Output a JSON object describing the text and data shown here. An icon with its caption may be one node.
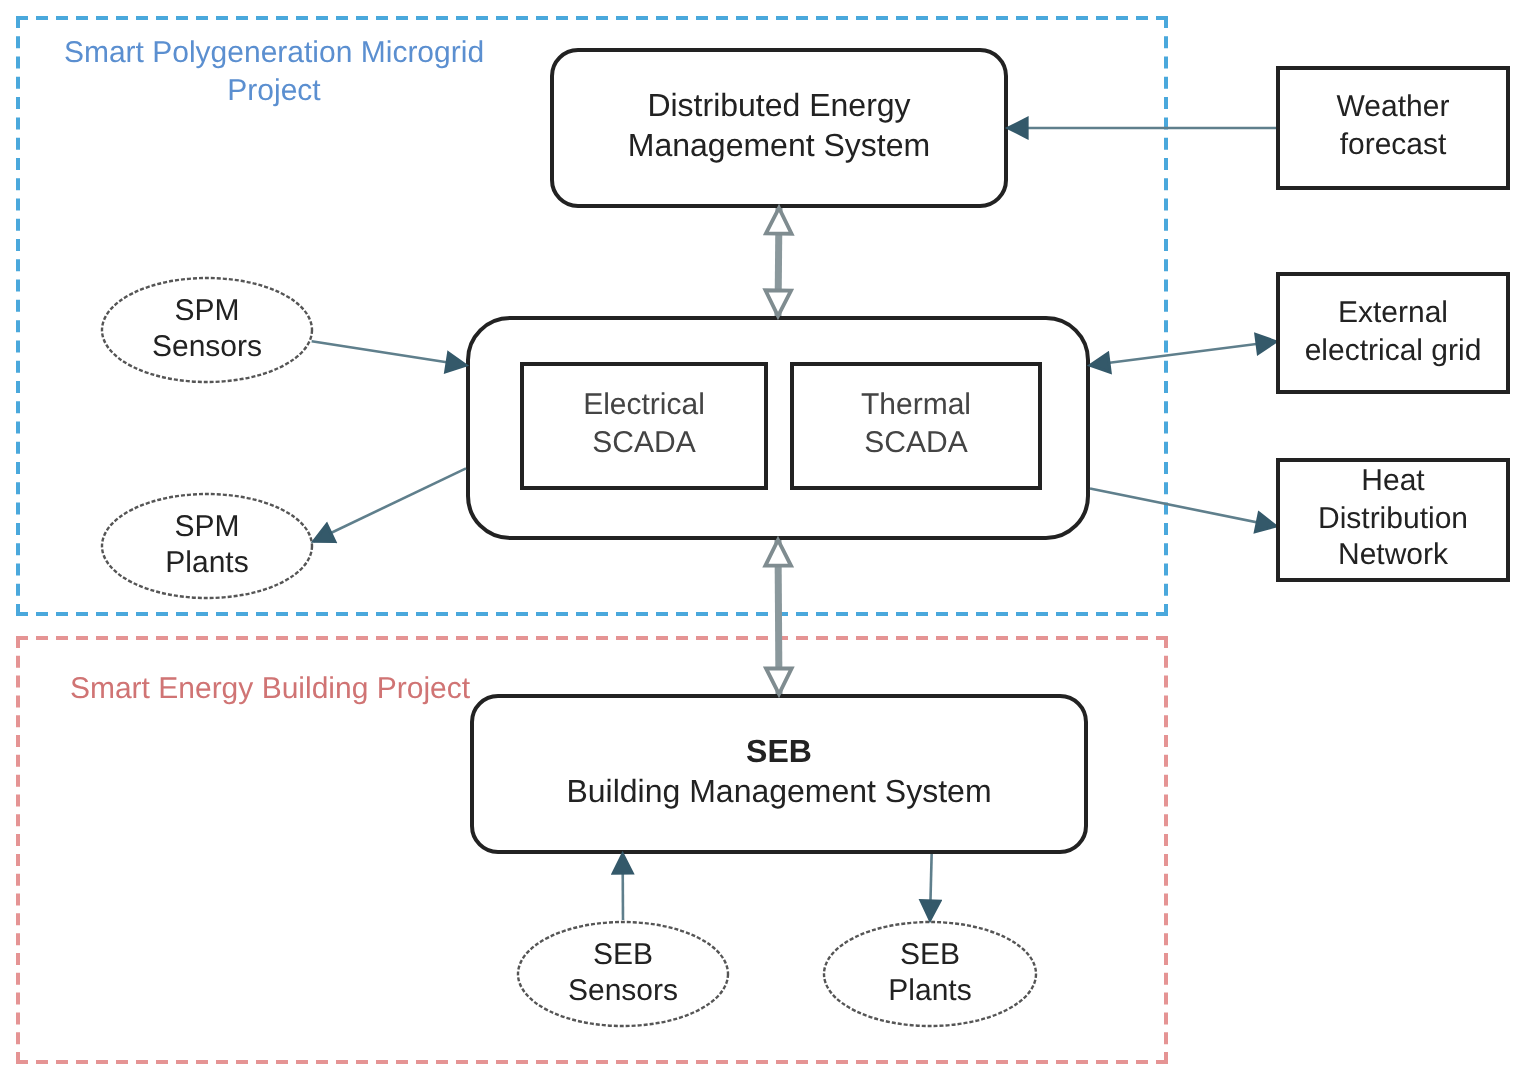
{
  "diagram": {
    "nodes": [
      {
        "text": [
          "Smart Polygeneration Microgrid Project"
        ]
      },
      {
        "text": [
          "Distributed Energy Management System"
        ],
        "in": 0
      },
      {
        "text": [
          "SPM Sensors"
        ],
        "in": 0
      },
      {
        "text": [],
        "shape": "box",
        "in": 0
      },
      {
        "text": [
          "Electrical SCADA"
        ],
        "in": 3
      },
      {
        "text": [
          "Thermal SCADA"
        ],
        "in": 3
      },
      {
        "text": [
          "SPM Plants"
        ],
        "in": 0
      },
      {
        "text": [
          "Weather forecast"
        ]
      },
      {
        "text": [
          "External electrical grid"
        ]
      },
      {
        "text": [
          "Heat Distribution Network"
        ]
      },
      {
        "text": [
          "Smart Energy Building Project"
        ]
      },
      {
        "text": [
          "SEB",
          "Building Management System"
        ],
        "in": 10
      },
      {
        "text": [
          "SEB Sensors"
        ],
        "in": 10
      },
      {
        "text": [
          "SEB Plants"
        ],
        "in": 10
      }
    ],
    "edges": [
      {
        "from": 7,
        "to": 1,
        "arrow": "to"
      },
      {
        "from": 1,
        "to": 3,
        "arrow": "both",
        "style": "thick"
      },
      {
        "from": 2,
        "to": 3,
        "arrow": "to"
      },
      {
        "from": 3,
        "to": 6,
        "arrow": "to"
      },
      {
        "from": 3,
        "to": 8,
        "arrow": "both"
      },
      {
        "from": 3,
        "to": 9,
        "arrow": "to"
      },
      {
        "from": 3,
        "to": 11,
        "arrow": "both",
        "style": "thick"
      },
      {
        "from": 12,
        "to": 11,
        "arrow": "to"
      },
      {
        "from": 11,
        "to": 13,
        "arrow": "to"
      }
    ]
  }
}
